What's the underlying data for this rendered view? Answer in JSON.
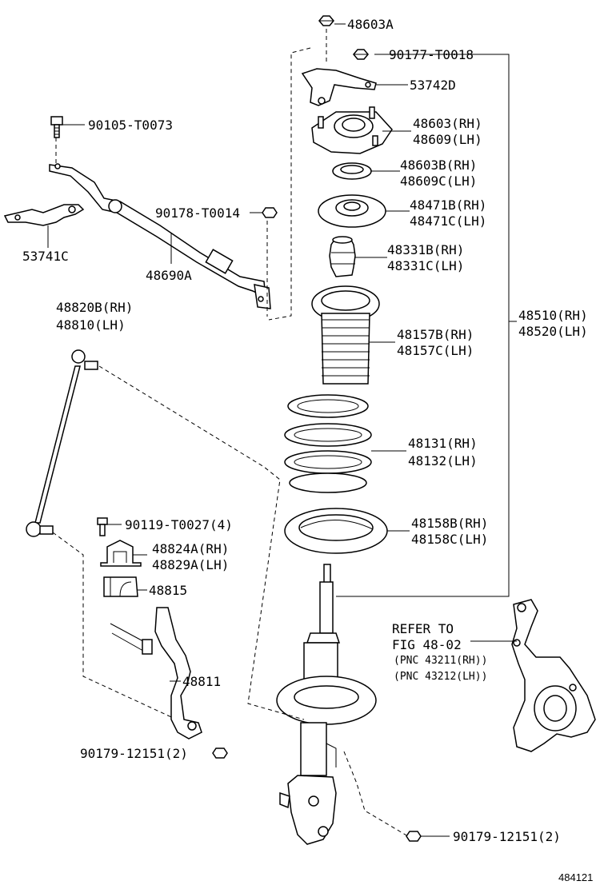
{
  "figure_number": "484121",
  "labels": {
    "p48603A": "48603A",
    "p90177": "90177-T0018",
    "p53742D": "53742D",
    "p48603": "48603(RH)",
    "p48609": "48609(LH)",
    "p48603B": "48603B(RH)",
    "p48609C": "48609C(LH)",
    "p48471B": "48471B(RH)",
    "p48471C": "48471C(LH)",
    "p48331B": "48331B(RH)",
    "p48331C": "48331C(LH)",
    "p48510": "48510(RH)",
    "p48520": "48520(LH)",
    "p48157B": "48157B(RH)",
    "p48157C": "48157C(LH)",
    "p48131": "48131(RH)",
    "p48132": "48132(LH)",
    "p48158B": "48158B(RH)",
    "p48158C": "48158C(LH)",
    "p90105": "90105-T0073",
    "p90178": "90178-T0014",
    "p53741C": "53741C",
    "p48690A": "48690A",
    "p48820B": "48820B(RH)",
    "p48810": "48810(LH)",
    "p90119": "90119-T0027(4)",
    "p48824A": "48824A(RH)",
    "p48829A": "48829A(LH)",
    "p48815": "48815",
    "p48811": "48811",
    "p90179a": "90179-12151(2)",
    "p90179b": "90179-12151(2)"
  },
  "refer": {
    "line1": "REFER TO",
    "line2": "FIG 48-02",
    "line3": "(PNC 43211(RH))",
    "line4": "(PNC 43212(LH))"
  }
}
